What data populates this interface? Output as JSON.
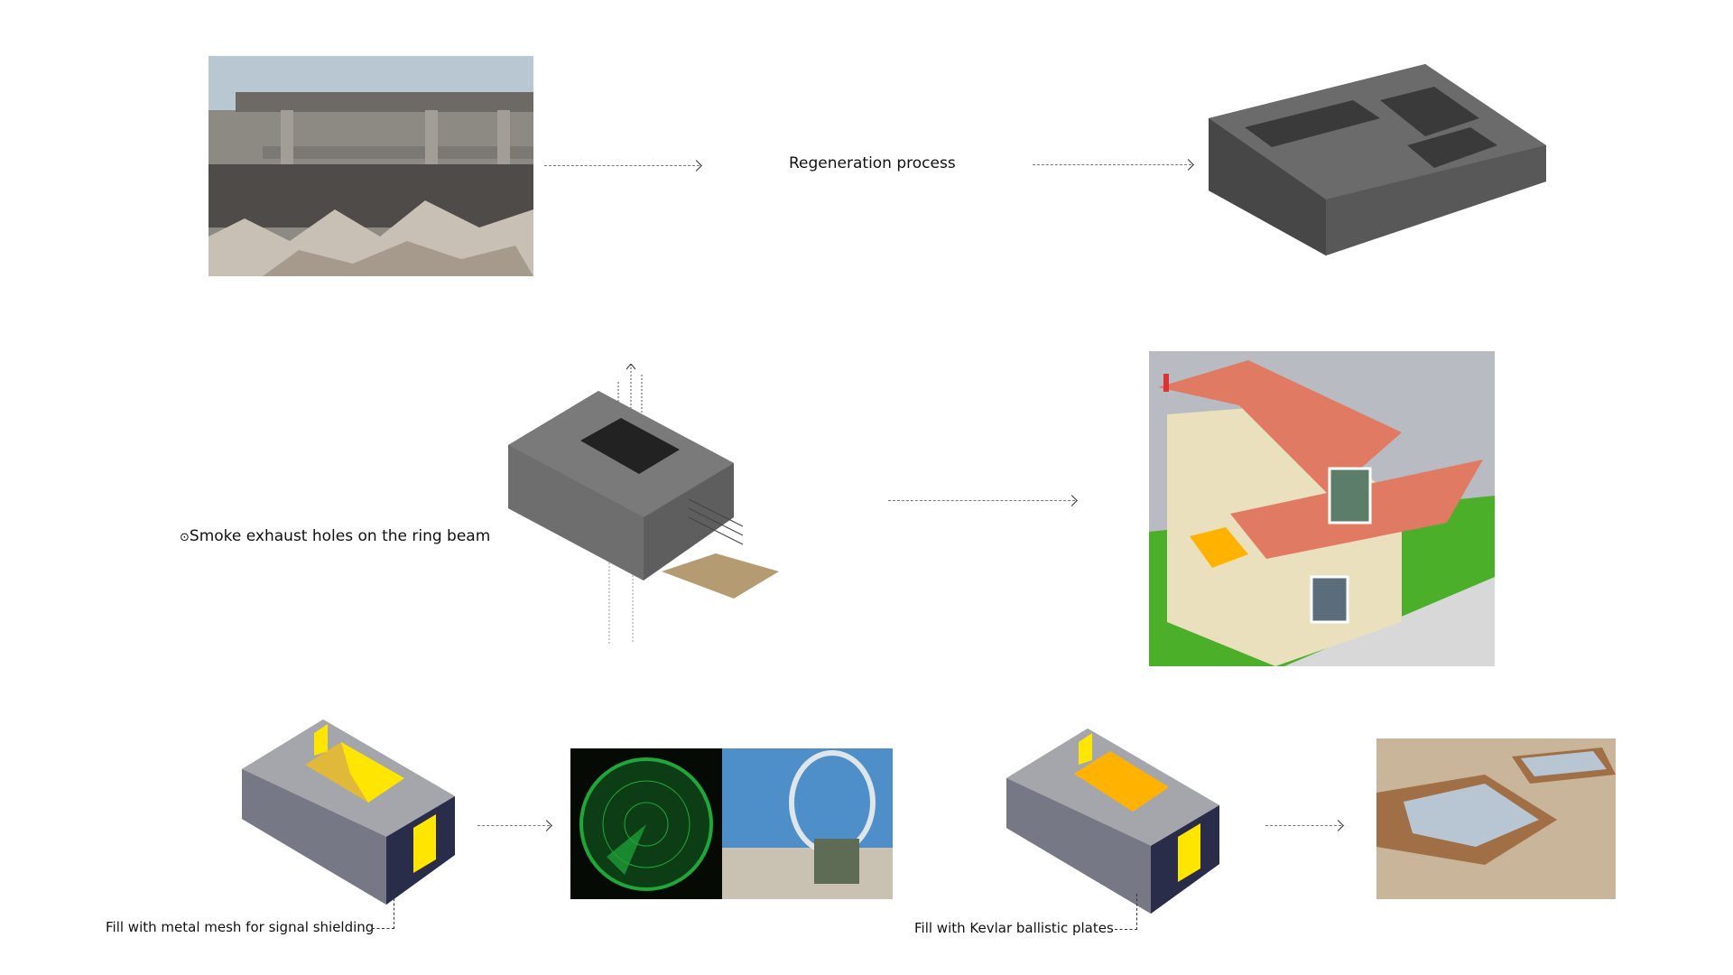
{
  "top_row": {
    "process_label": "Regeneration process"
  },
  "middle_row": {
    "smoke_label": "Smoke exhaust holes on the ring beam",
    "bullet": "⊙"
  },
  "bottom_row": {
    "mesh_label": "Fill with metal mesh for signal shielding",
    "kevlar_label": "Fill with Kevlar ballistic plates"
  },
  "colors": {
    "block_grey": "#5a5a5a",
    "yellow": "#ffe600",
    "orange": "#ffb300",
    "navy": "#2a2d4a",
    "roof": "#e07a62",
    "grass": "#4caf2a",
    "radar": "#1fa83a"
  }
}
